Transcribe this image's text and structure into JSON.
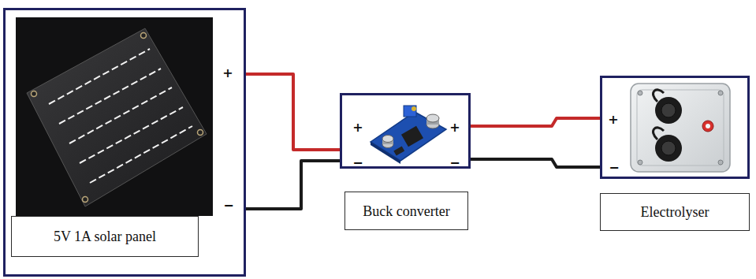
{
  "diagram": {
    "nodes": [
      {
        "text": [
          "+",
          "−"
        ]
      },
      {
        "text": [
          "5V 1A solar panel"
        ],
        "in": 0
      },
      {
        "text": [
          "+",
          "−",
          "+",
          "−"
        ]
      },
      {
        "text": [
          "Buck converter"
        ]
      },
      {
        "text": [
          "+",
          "−"
        ]
      },
      {
        "text": [
          "Electrolyser"
        ]
      }
    ],
    "edges": [
      {
        "from": 0,
        "to": 2,
        "arrow": "none"
      },
      {
        "from": 0,
        "to": 2,
        "arrow": "none"
      },
      {
        "from": 2,
        "to": 4,
        "arrow": "none"
      },
      {
        "from": 2,
        "to": 4,
        "arrow": "none"
      }
    ]
  }
}
